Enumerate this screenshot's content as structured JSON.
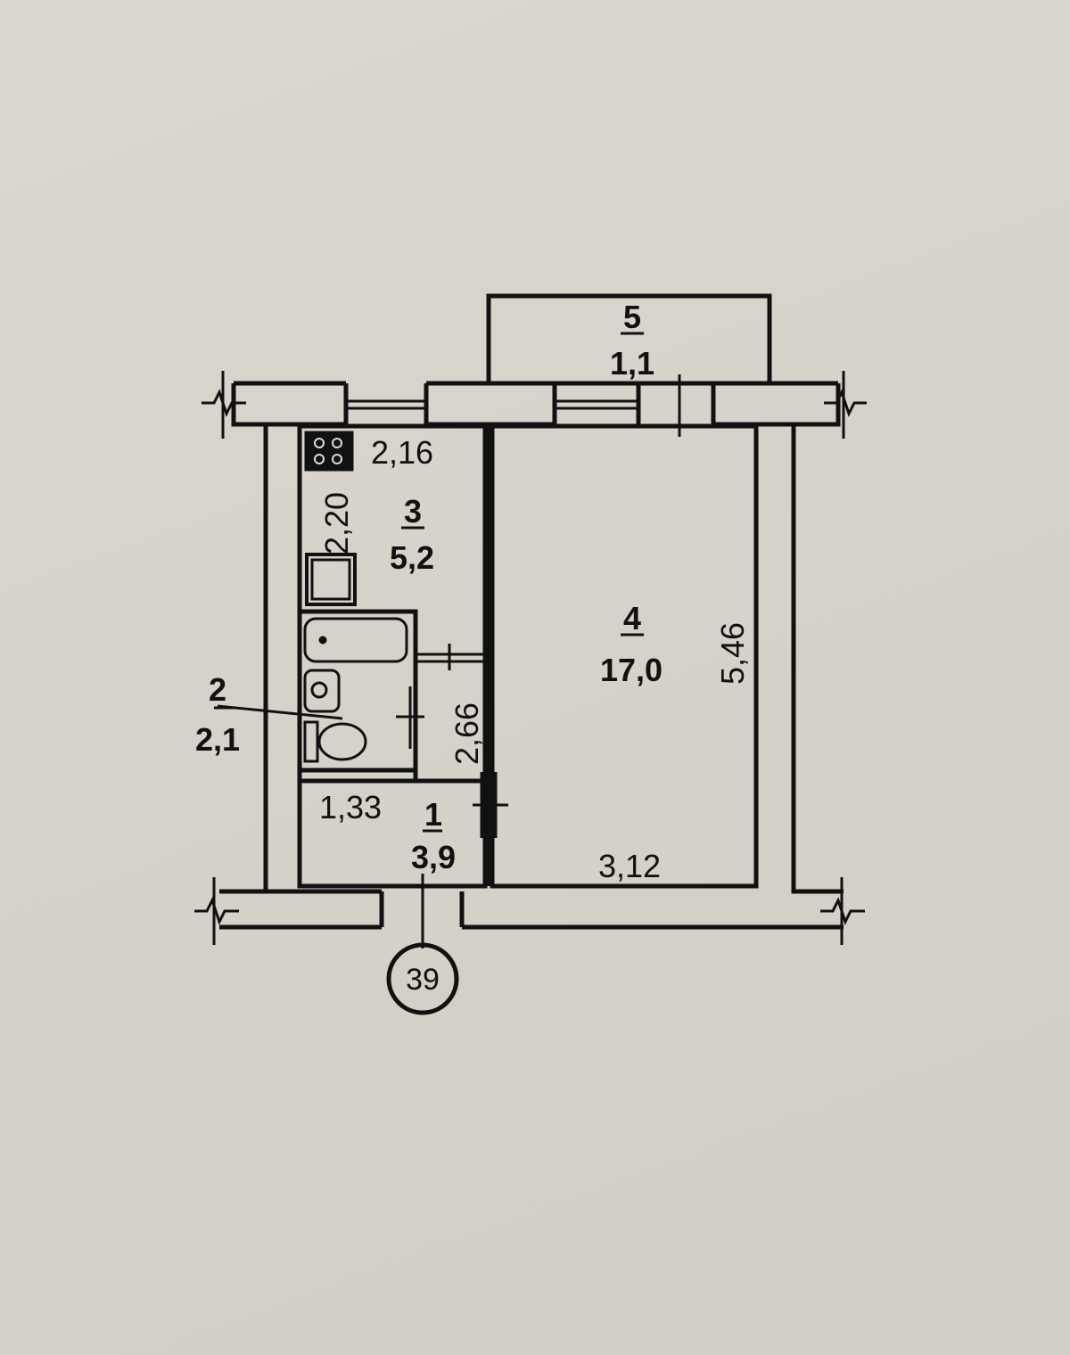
{
  "plan": {
    "apartment_number": "39",
    "rooms": [
      {
        "id": "room-1",
        "number": "1",
        "area": "3,9"
      },
      {
        "id": "room-2",
        "number": "2",
        "area": "2,1"
      },
      {
        "id": "room-3",
        "number": "3",
        "area": "5,2"
      },
      {
        "id": "room-4",
        "number": "4",
        "area": "17,0"
      },
      {
        "id": "room-5",
        "number": "5",
        "area": "1,1"
      }
    ],
    "dimensions": {
      "kitchen_width": "2,16",
      "kitchen_length": "2,20",
      "bath_length": "2,66",
      "hall_width": "1,33",
      "room_width": "3,12",
      "room_length": "5,46"
    }
  },
  "colors": {
    "paper": "#d7d3cb",
    "ink": "#111111"
  }
}
